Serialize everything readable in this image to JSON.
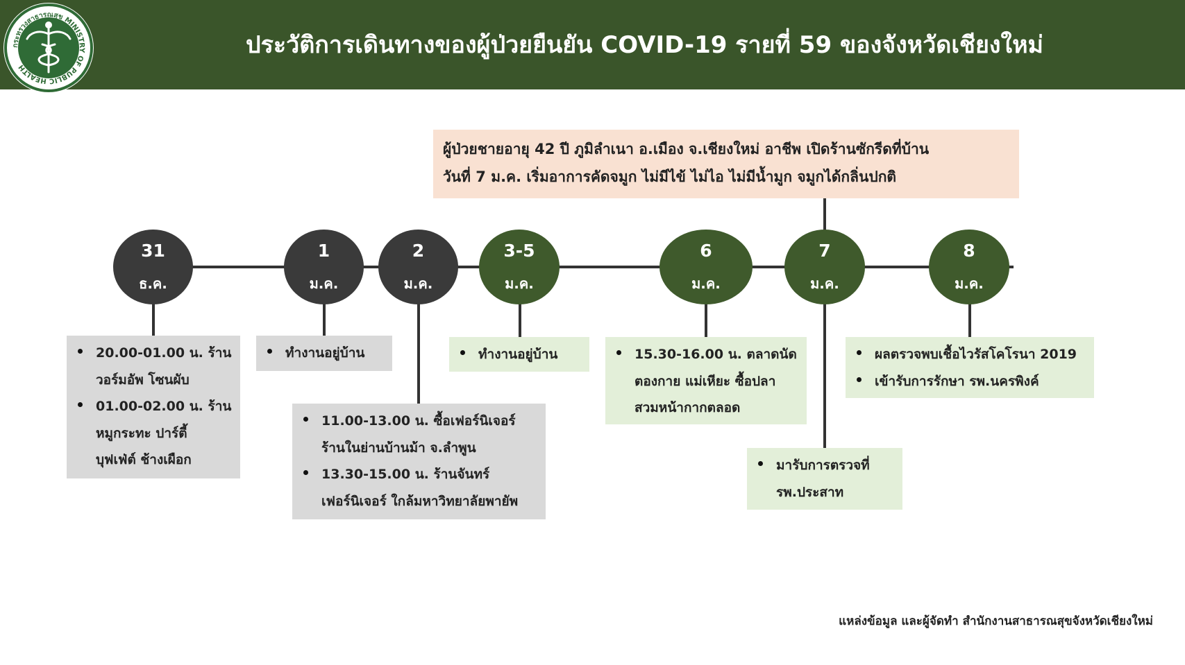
{
  "header": {
    "title": "ประวัติการเดินทางของผู้ป่วยยืนยัน COVID-19 รายที่ 59 ของจังหวัดเชียงใหม่",
    "logo_text": "กระทรวงสาธารณสุข MINISTRY OF PUBLIC HEALTH"
  },
  "patient": {
    "line1": "ผู้ป่วยชายอายุ 42  ปี ภูมิลำเนา อ.เมือง จ.เชียงใหม่ อาชีพ เปิดร้านซักรีดที่บ้าน",
    "line2": "วันที่ 7 ม.ค. เริ่มอาการคัดจมูก ไม่มีไข้ ไม่ไอ ไม่มีน้ำมูก จมูกได้กลิ่นปกติ"
  },
  "nodes": [
    {
      "day": "31",
      "month": "ธ.ค."
    },
    {
      "day": "1",
      "month": "ม.ค."
    },
    {
      "day": "2",
      "month": "ม.ค."
    },
    {
      "day": "3-5",
      "month": "ม.ค."
    },
    {
      "day": "6",
      "month": "ม.ค."
    },
    {
      "day": "7",
      "month": "ม.ค."
    },
    {
      "day": "8",
      "month": "ม.ค."
    }
  ],
  "boxes": {
    "dec31": [
      [
        "20.00-01.00 น. ร้าน",
        "วอร์มอัพ โซนผับ"
      ],
      [
        "01.00-02.00 น. ร้าน",
        "หมูกระทะ ปาร์ตี้",
        "บุฟเฟ่ต์ ช้างเผือก"
      ]
    ],
    "jan1": [
      [
        "ทำงานอยู่บ้าน"
      ]
    ],
    "jan2": [
      [
        "11.00-13.00 น. ซื้อเฟอร์นิเจอร์",
        "ร้านในย่านบ้านม้า จ.ลำพูน"
      ],
      [
        "13.30-15.00 น. ร้านจันทร์",
        "เฟอร์นิเจอร์ ใกล้มหาวิทยาลัยพายัพ"
      ]
    ],
    "jan3_5": [
      [
        "ทำงานอยู่บ้าน"
      ]
    ],
    "jan6": [
      [
        "15.30-16.00 น. ตลาดนัด",
        "ตองกาย แม่เหียะ ซื้อปลา",
        "สวมหน้ากากตลอด"
      ]
    ],
    "jan7": [
      [
        "มารับการตรวจที่",
        "รพ.ประสาท"
      ]
    ],
    "jan8": [
      [
        "ผลตรวจพบเชื้อไวรัสโคโรนา 2019"
      ],
      [
        "เข้ารับการรักษา รพ.นครพิงค์"
      ]
    ]
  },
  "footer": "แหล่งข้อมูล และผู้จัดทำ สำนักงานสาธารณสุขจังหวัดเชียงใหม่",
  "colors": {
    "header_green": "#3a552a",
    "node_dark": "#3a3a3a",
    "node_green": "#3f5a2c",
    "box_gray": "#d9d9d9",
    "box_green": "#e3efd9",
    "box_peach": "#f9e1d2"
  }
}
